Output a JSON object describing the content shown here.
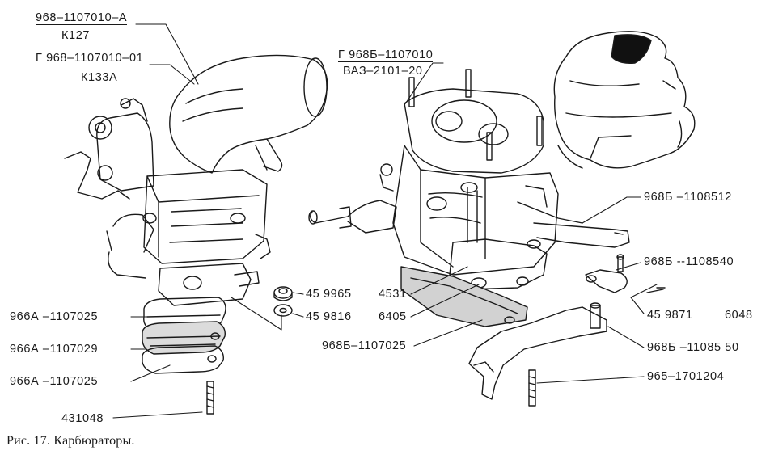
{
  "labels": {
    "left_carb_top": "968–1107010–А",
    "left_carb_top_model": "К127",
    "left_carb_second": "Г  968–1107010–01",
    "left_carb_second_model": "К133А",
    "right_carb": "Г 968Б–1107010",
    "right_carb_model": "ВАЗ–2101–20",
    "p_968B_1108512": "968Б –1108512",
    "p_968B_1108540": "968Б --1108540",
    "p_45_9871": "45 9871",
    "p_6048": "6048",
    "p_968B_1108550": "968Б –11085 50",
    "p_965_1701204": "965–1701204",
    "p_45_9965": "45  9965",
    "p_45_9816": "45  9816",
    "p_4531": "4531",
    "p_6405": "6405",
    "p_968B_1107025": "968Б–1107025",
    "p_966A_1107025_a": "966А –1107025",
    "p_966A_1107029": "966А –1107029",
    "p_966A_1107025_b": "966А –1107025",
    "p_431048": "431048"
  },
  "caption": "Рис. 17. Карбюраторы."
}
